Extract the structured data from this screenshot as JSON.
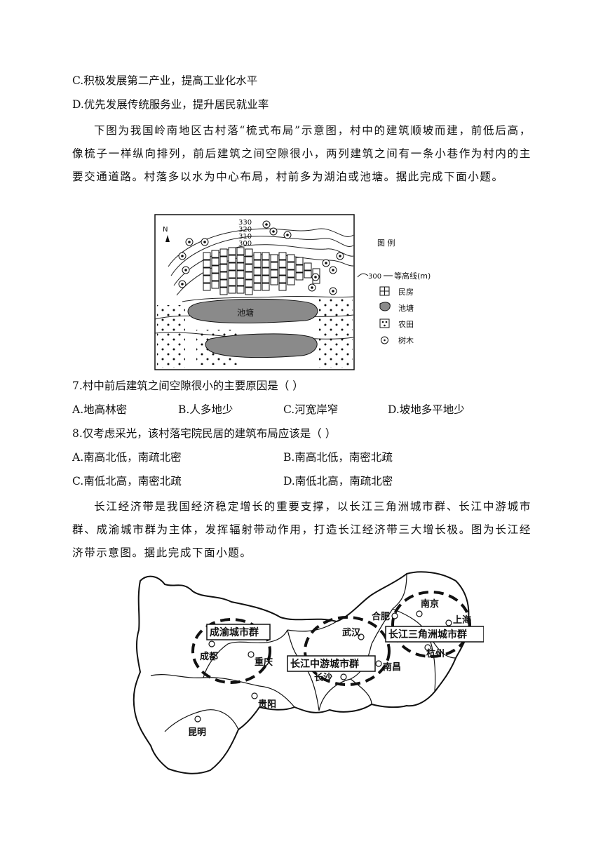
{
  "top_options": {
    "c": "C.积极发展第二产业，提高工业化水平",
    "d": "D.优先发展传统服务业，提升居民就业率"
  },
  "passage1": "下图为我国岭南地区古村落“梳式布局”示意图，村中的建筑顺坡而建，前低后高，像梳子一样纵向排列，前后建筑之间空隙很小，两列建筑之间有一条小巷作为村内的主要交通道路。村落多以水为中心布局，村前多为湖泊或池塘。据此完成下面小题。",
  "figure1": {
    "north": "N",
    "pond_label": "池塘",
    "contours": [
      "330",
      "320",
      "310",
      "300"
    ],
    "legend": {
      "title": "图 例",
      "contour_value": "300",
      "contour_label": "等高线(m)",
      "house": "民房",
      "pond": "池塘",
      "farmland": "农田",
      "tree": "树木"
    }
  },
  "q7": {
    "stem": "7.村中前后建筑之间空隙很小的主要原因是（    ）",
    "a": "A.地高林密",
    "b": "B.人多地少",
    "c": "C.河宽岸窄",
    "d": "D.坡地多平地少"
  },
  "q8": {
    "stem": "8.仅考虑采光，该村落宅院民居的建筑布局应该是（    ）",
    "a": "A.南高北低，南疏北密",
    "b": "B.南高北低，南密北疏",
    "c": "C.南低北高，南密北疏",
    "d": "D.南低北高，南疏北密"
  },
  "passage2": "长江经济带是我国经济稳定增长的重要支撑，以长江三角洲城市群、长江中游城市群、成渝城市群为主体，发挥辐射带动作用，打造长江经济带三大增长极。图为长江经济带示意图。据此完成下面小题。",
  "figure2": {
    "clusters": {
      "chengyu": "成渝城市群",
      "middle": "长江中游城市群",
      "delta": "长江三角洲城市群"
    },
    "cities": {
      "chengdu": "成都",
      "chongqing": "重庆",
      "guiyang": "贵阳",
      "kunming": "昆明",
      "changsha": "长沙",
      "wuhan": "武汉",
      "nanchang": "南昌",
      "hefei": "合肥",
      "nanjing": "南京",
      "shanghai": "上海",
      "hangzhou": "杭州"
    }
  }
}
